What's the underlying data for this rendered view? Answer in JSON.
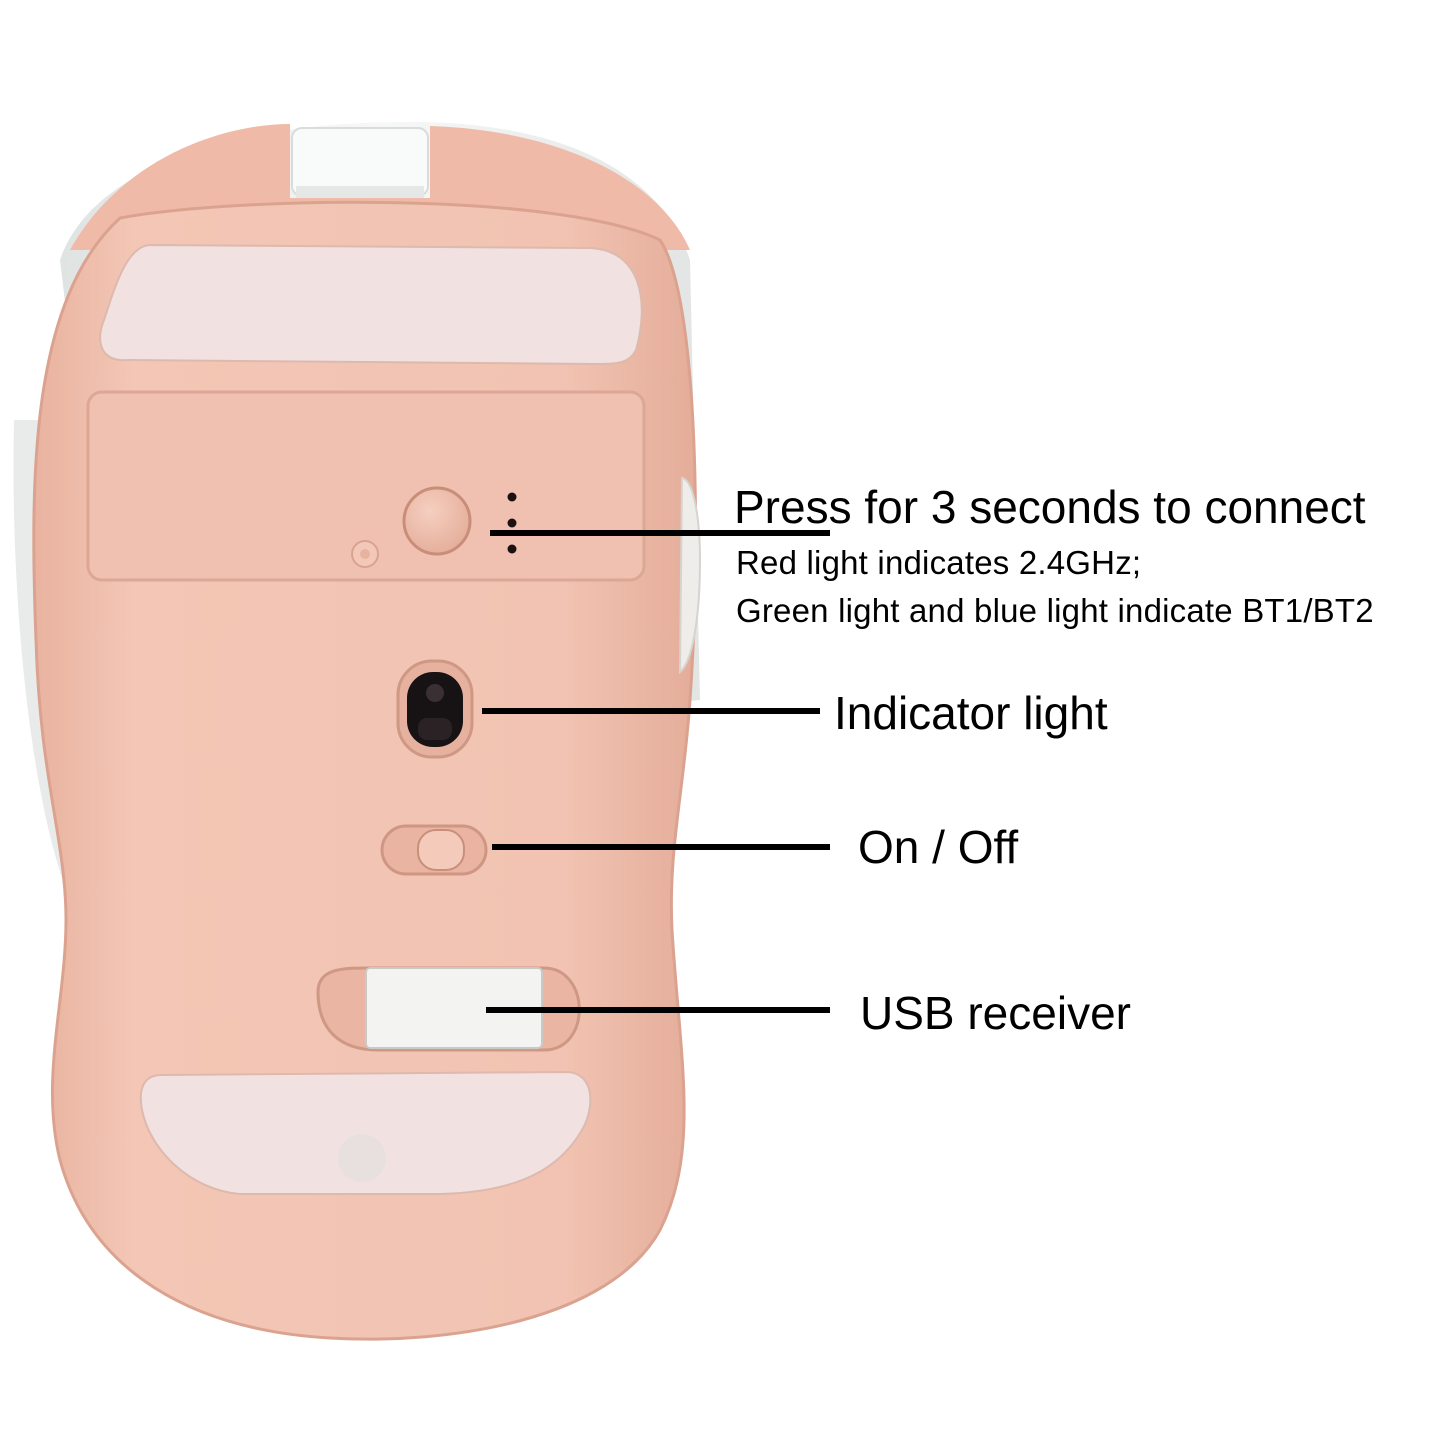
{
  "callouts": {
    "connect": {
      "title": "Press for 3 seconds to connect",
      "line1": "Red light indicates 2.4GHz;",
      "line2": "Green light and blue light indicate BT1/BT2"
    },
    "indicator": {
      "title": "Indicator light"
    },
    "power": {
      "title": "On / Off"
    },
    "usb": {
      "title": "USB receiver"
    }
  },
  "colors": {
    "shell": "#f2c4b3",
    "shell_dark": "#e3ab98",
    "white_body": "#eef0ef",
    "feet": "#f1e3e3",
    "line": "#000000"
  }
}
